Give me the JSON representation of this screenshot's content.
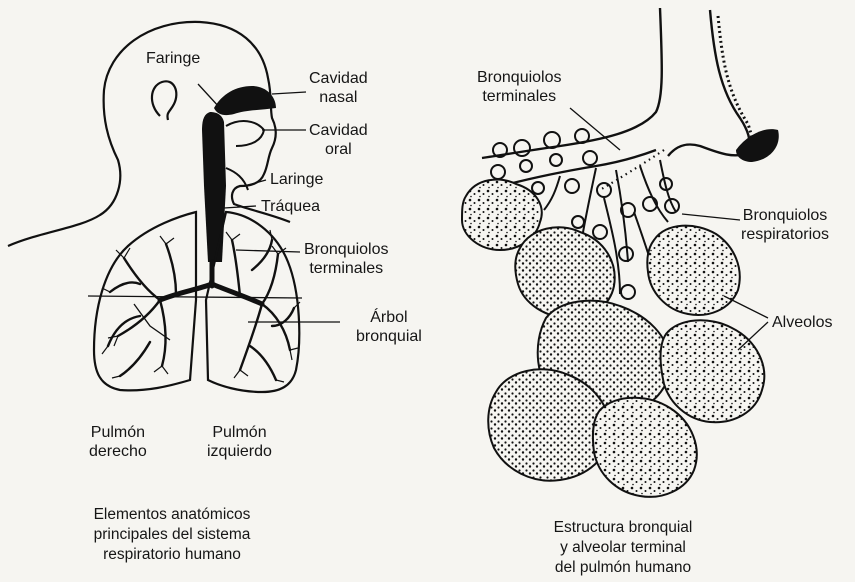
{
  "left_figure": {
    "labels": {
      "faringe": "Faringe",
      "cavidad_nasal": "Cavidad\nnasal",
      "cavidad_oral": "Cavidad\noral",
      "laringe": "Laringe",
      "traquea": "Tráquea",
      "bronquiolos_terminales": "Bronquiolos\nterminales",
      "arbol_bronquial": "Árbol\nbronquial",
      "pulmon_derecho": "Pulmón\nderecho",
      "pulmon_izquierdo": "Pulmón\nizquierdo"
    },
    "caption": "Elementos anatómicos\nprincipales del sistema\nrespiratorio humano"
  },
  "right_figure": {
    "labels": {
      "bronquiolos_terminales": "Bronquiolos\nterminales",
      "bronquiolos_respiratorios": "Bronquiolos\nrespiratorios",
      "alveolos": "Alveolos"
    },
    "caption": "Estructura bronquial\ny alveolar terminal\ndel pulmón humano"
  }
}
